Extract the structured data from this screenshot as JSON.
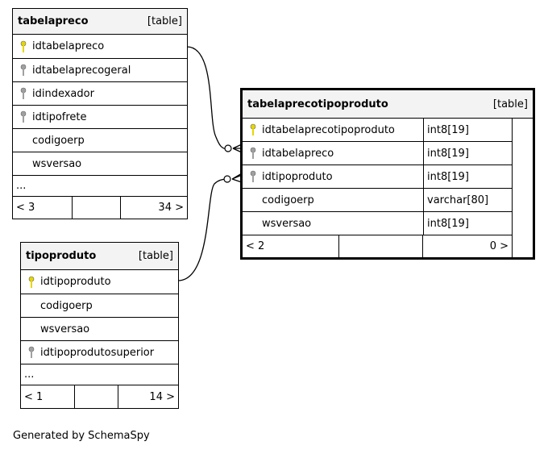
{
  "tables": {
    "tabelapreco": {
      "name": "tabelapreco",
      "kind": "[table]",
      "columns": [
        "idtabelapreco",
        "idtabelaprecogeral",
        "idindexador",
        "idtipofrete",
        "codigoerp",
        "wsversao"
      ],
      "more": "...",
      "footer": {
        "left": "< 3",
        "right": "34 >"
      }
    },
    "tipoproduto": {
      "name": "tipoproduto",
      "kind": "[table]",
      "columns": [
        "idtipoproduto",
        "codigoerp",
        "wsversao",
        "idtipoprodutosuperior"
      ],
      "more": "...",
      "footer": {
        "left": "< 1",
        "right": "14 >"
      }
    },
    "tabelaprecotipoproduto": {
      "name": "tabelaprecotipoproduto",
      "kind": "[table]",
      "columns": [
        {
          "name": "idtabelaprecotipoproduto",
          "type": "int8[19]"
        },
        {
          "name": "idtabelapreco",
          "type": "int8[19]"
        },
        {
          "name": "idtipoproduto",
          "type": "int8[19]"
        },
        {
          "name": "codigoerp",
          "type": "varchar[80]"
        },
        {
          "name": "wsversao",
          "type": "int8[19]"
        }
      ],
      "footer": {
        "left": "< 2",
        "right": "0 >"
      }
    }
  },
  "icons": {
    "primary_key": "key-icon-yellow",
    "foreign_key": "key-icon-gray"
  },
  "colors": {
    "header_bg": "#f3f3f3",
    "primary_key": "#e6d600",
    "foreign_key": "#a0a0a0"
  },
  "generated_by": "Generated by SchemaSpy"
}
